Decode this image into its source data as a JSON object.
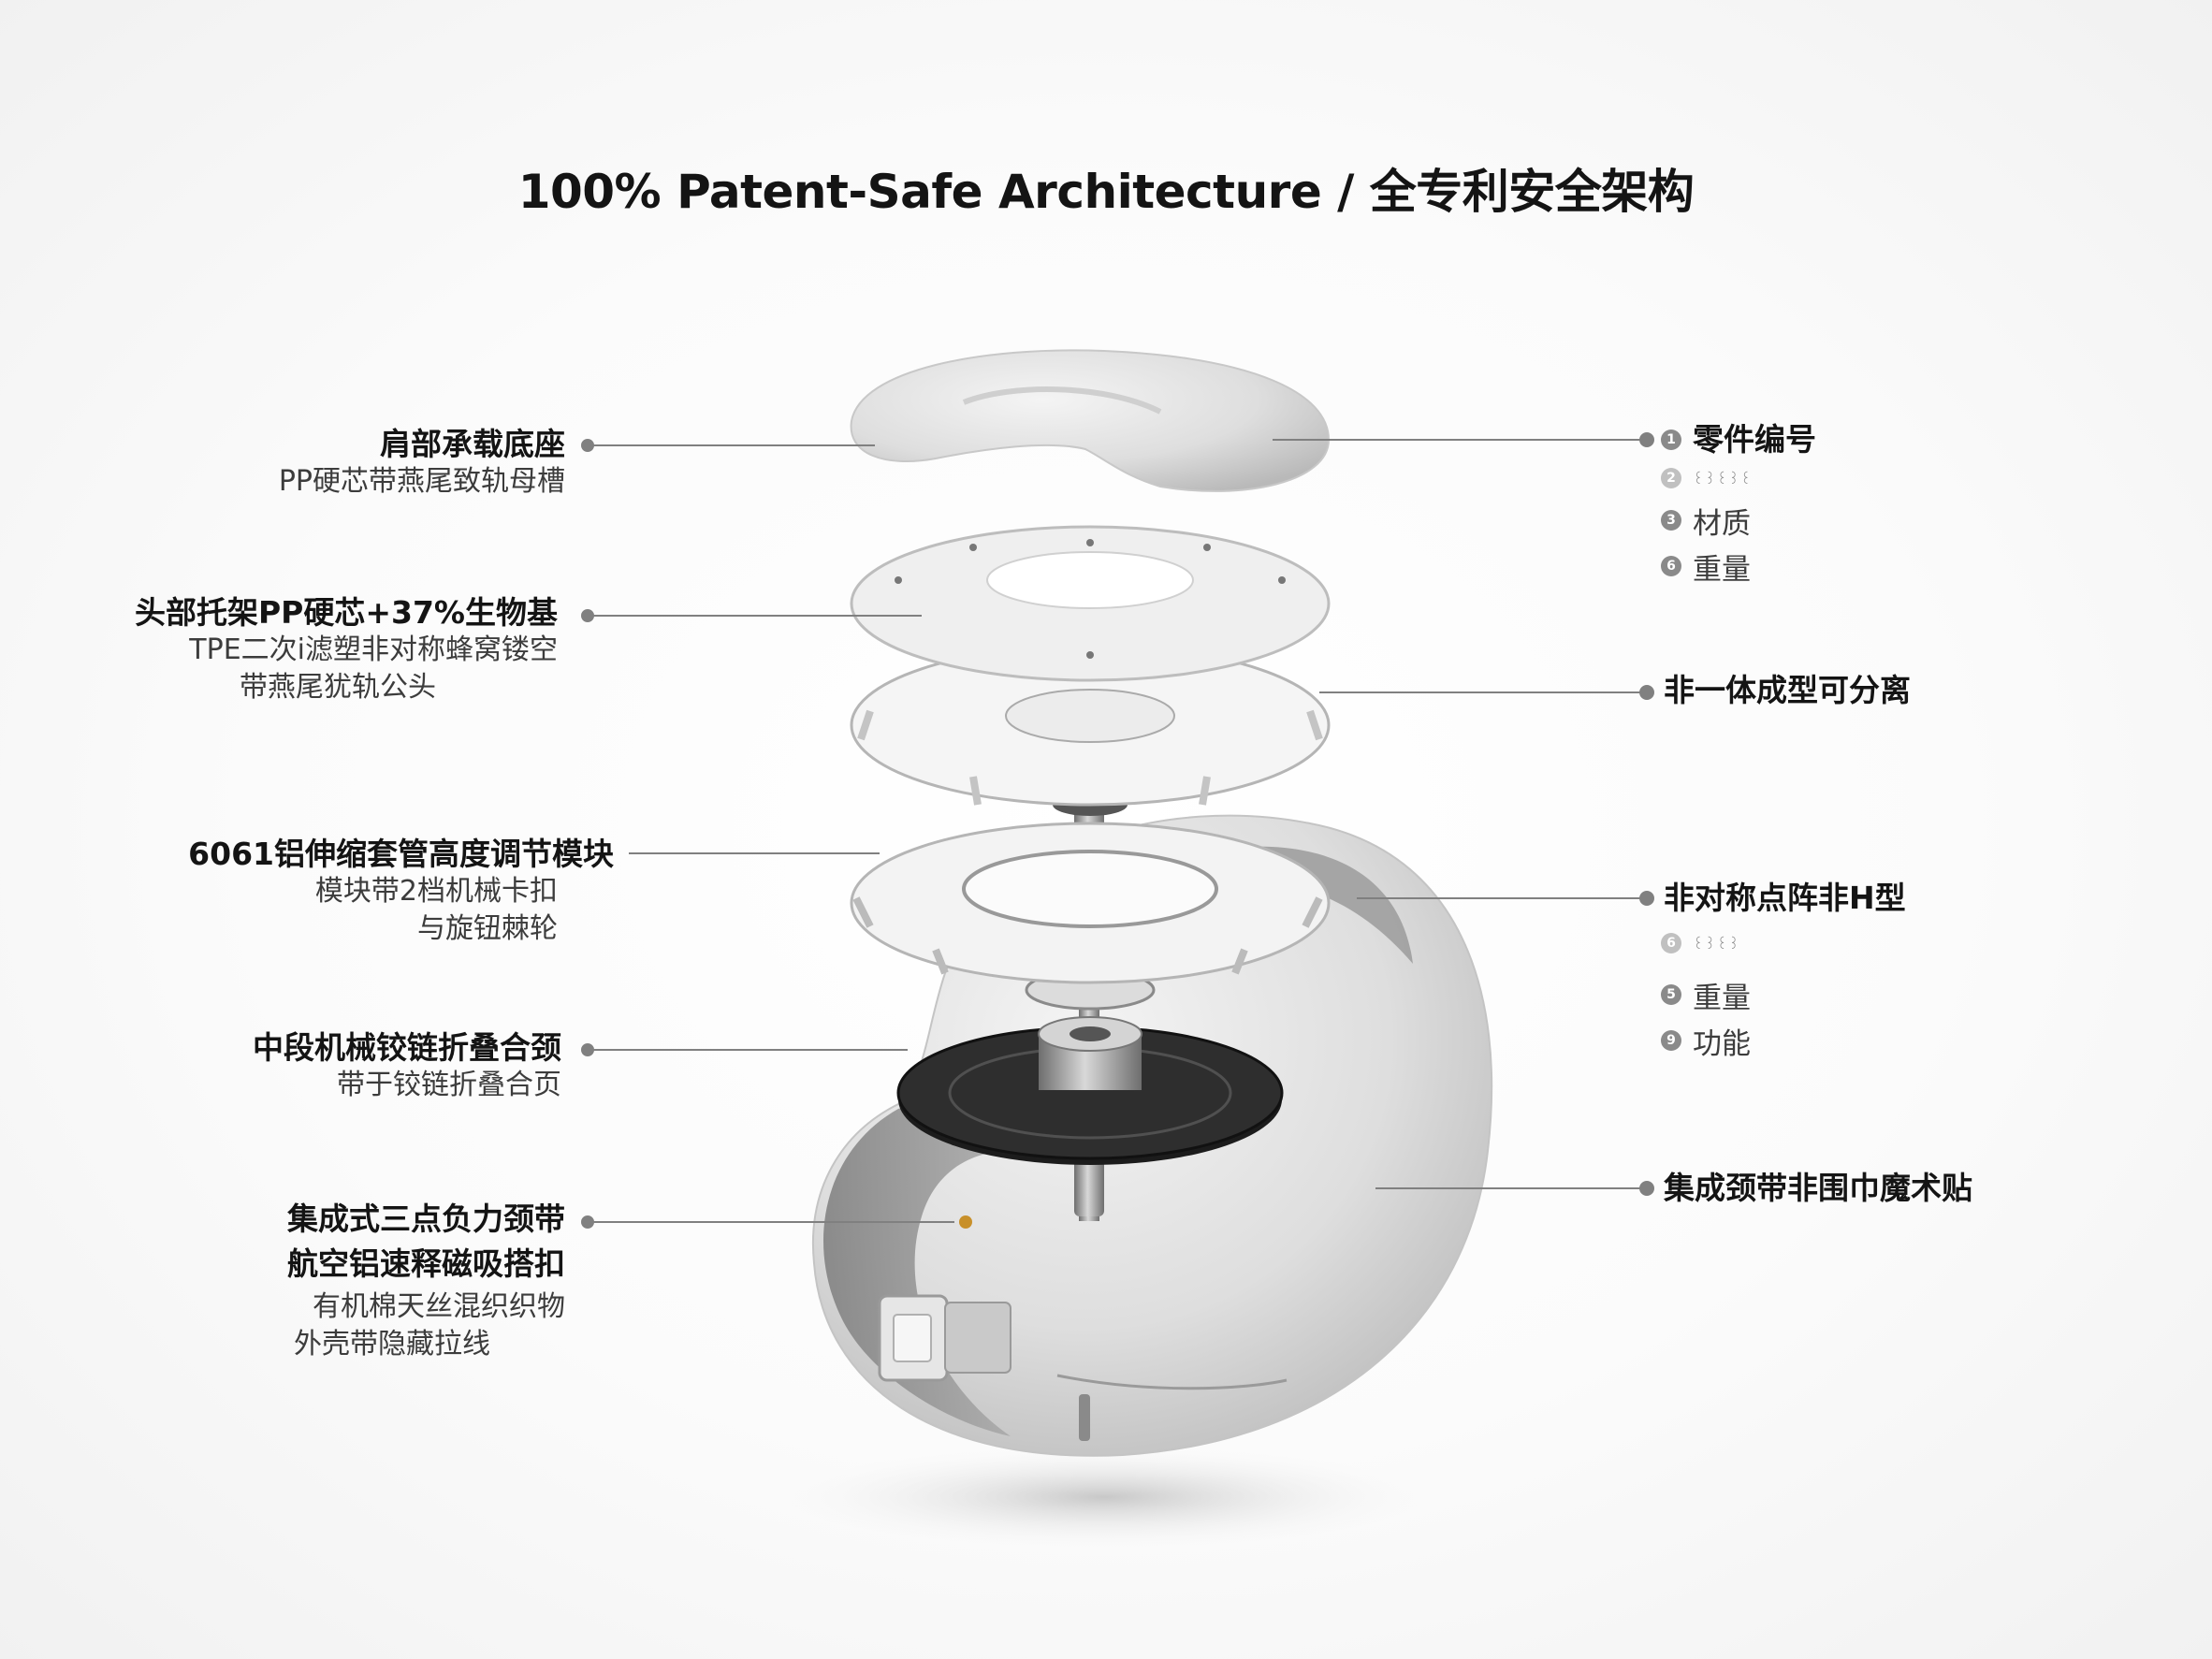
{
  "title": "100% Patent-Safe Architecture / 全专利安全架构",
  "left_callouts": [
    {
      "heading": "肩部承载底座",
      "lines": [
        "PP硬芯带燕尾致轨母槽"
      ]
    },
    {
      "heading": "头部托架PP硬芯+37%生物基",
      "lines": [
        "TPE二次i滤塑非对称蜂窝镂空",
        "带燕尾犹轨公头"
      ]
    },
    {
      "heading": "6061铝伸缩套管高度调节模块",
      "lines": [
        "模块带2档机械卡扣",
        "与旋钮棘轮"
      ]
    },
    {
      "heading": "中段机械铰链折叠合颈",
      "lines": [
        "带于铰链折叠合页"
      ]
    },
    {
      "heading": "集成式三点负力颈带",
      "heading2": "航空铝速释磁吸搭扣",
      "lines": [
        "有机棉天丝混织织物",
        "外壳带隐藏拉线"
      ]
    }
  ],
  "right_legend": [
    {
      "num": "1",
      "text": "零件编号",
      "style": "heading"
    },
    {
      "num": "2",
      "text": "꒰꒱꒰꒱꒰",
      "style": "tiny"
    },
    {
      "num": "3",
      "text": "材质",
      "style": "item"
    },
    {
      "num": "6",
      "text": "重量",
      "style": "item"
    }
  ],
  "right_callouts": [
    {
      "text": "非一体成型可分离"
    },
    {
      "text": "非对称点阵非H型"
    },
    {
      "text": "集成颈带非围巾魔术贴"
    }
  ],
  "right_legend2": [
    {
      "num": "6",
      "text": "꒰꒱꒰꒱",
      "style": "tiny"
    },
    {
      "num": "5",
      "text": "重量",
      "style": "item"
    },
    {
      "num": "9",
      "text": "功能",
      "style": "item"
    }
  ],
  "colors": {
    "foam": "#e3e3e3",
    "plastic": "#f2f2f2",
    "metal": "#9a9a9a",
    "dark_disc": "#2a2a2a",
    "leader": "#808080"
  }
}
